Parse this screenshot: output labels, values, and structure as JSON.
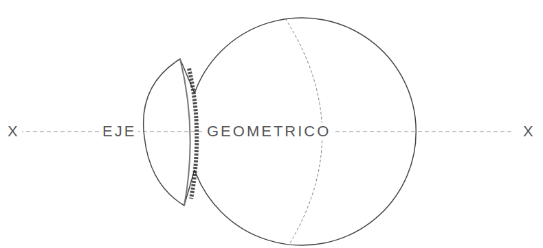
{
  "diagram": {
    "labels": [
      "X",
      "EJE",
      "GEOMETRICO",
      "X"
    ]
  }
}
